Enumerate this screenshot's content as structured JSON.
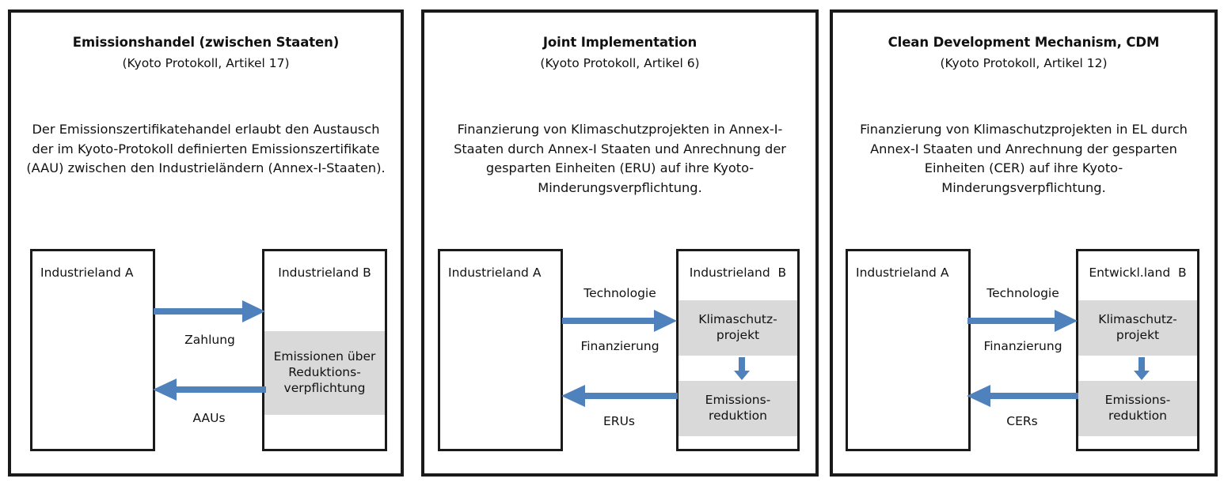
{
  "figure": {
    "kind": "three-panel-diagram",
    "subject": "Kyoto Protocol flexible mechanisms",
    "accent_color": "#4F81BD",
    "shade_color": "#D9D9D9",
    "border_color": "#1A1A1A"
  },
  "panels": [
    {
      "title": "Emissionshandel (zwischen Staaten)",
      "subtitle": "(Kyoto Protokoll, Artikel 17)",
      "description": "Der Emissionszertifikatehandel erlaubt den Austausch der im Kyoto-Protokoll definierten Emissionszertifikate (AAU) zwischen den Industrieländern (Annex-I-Staaten).",
      "left_box": {
        "label": "Industrieland A"
      },
      "right_box": {
        "label": "Industrieland B",
        "bands": [
          {
            "text": "Emissionen über Reduktions- verpflichtung",
            "lines": [
              "Emissionen über",
              "Reduktions-",
              "verpflichtung"
            ]
          }
        ]
      },
      "arrows": [
        {
          "direction": "right",
          "label": "Zahlung",
          "label_position": "below"
        },
        {
          "direction": "left",
          "label": "AAUs",
          "label_position": "below"
        }
      ],
      "inner_arrow": null
    },
    {
      "title": "Joint Implementation",
      "subtitle": "(Kyoto Protokoll, Artikel 6)",
      "description": "Finanzierung von Klimaschutzprojekten in Annex-I-Staaten durch Annex-I Staaten und Anrechnung der gesparten Einheiten (ERU) auf ihre Kyoto-Minderungsverpflichtung.",
      "left_box": {
        "label": "Industrieland A"
      },
      "right_box": {
        "label": "Industrieland  B",
        "bands": [
          {
            "text": "Klimaschutz- projekt",
            "lines": [
              "Klimaschutz-",
              "projekt"
            ]
          },
          {
            "text": "Emissions- reduktion",
            "lines": [
              "Emissions-",
              "reduktion"
            ]
          }
        ]
      },
      "arrows": [
        {
          "direction": "right",
          "label": "Technologie",
          "label_position": "above"
        },
        {
          "direction": "right",
          "label": "Finanzierung",
          "label_position": "below"
        },
        {
          "direction": "left",
          "label": "ERUs",
          "label_position": "below"
        }
      ],
      "inner_arrow": {
        "direction": "down"
      }
    },
    {
      "title": "Clean Development Mechanism, CDM",
      "subtitle": "(Kyoto Protokoll, Artikel 12)",
      "description": "Finanzierung von Klimaschutzprojekten in EL durch Annex-I Staaten und Anrechnung der gesparten Einheiten (CER) auf ihre Kyoto-Minderungsverpflichtung.",
      "left_box": {
        "label": "Industrieland A"
      },
      "right_box": {
        "label": "Entwickl.land  B",
        "bands": [
          {
            "text": "Klimaschutz- projekt",
            "lines": [
              "Klimaschutz-",
              "projekt"
            ]
          },
          {
            "text": "Emissions- reduktion",
            "lines": [
              "Emissions-",
              "reduktion"
            ]
          }
        ]
      },
      "arrows": [
        {
          "direction": "right",
          "label": "Technologie",
          "label_position": "above"
        },
        {
          "direction": "right",
          "label": "Finanzierung",
          "label_position": "below"
        },
        {
          "direction": "left",
          "label": "CERs",
          "label_position": "below"
        }
      ],
      "inner_arrow": {
        "direction": "down"
      }
    }
  ],
  "labels": {
    "p1_band_l1": "Emissionen über",
    "p1_band_l2": "Reduktions-",
    "p1_band_l3": "verpflichtung",
    "p2_band1_l1": "Klimaschutz-",
    "p2_band1_l2": "projekt",
    "p2_band2_l1": "Emissions-",
    "p2_band2_l2": "reduktion",
    "p3_band1_l1": "Klimaschutz-",
    "p3_band1_l2": "projekt",
    "p3_band2_l1": "Emissions-",
    "p3_band2_l2": "reduktion"
  }
}
